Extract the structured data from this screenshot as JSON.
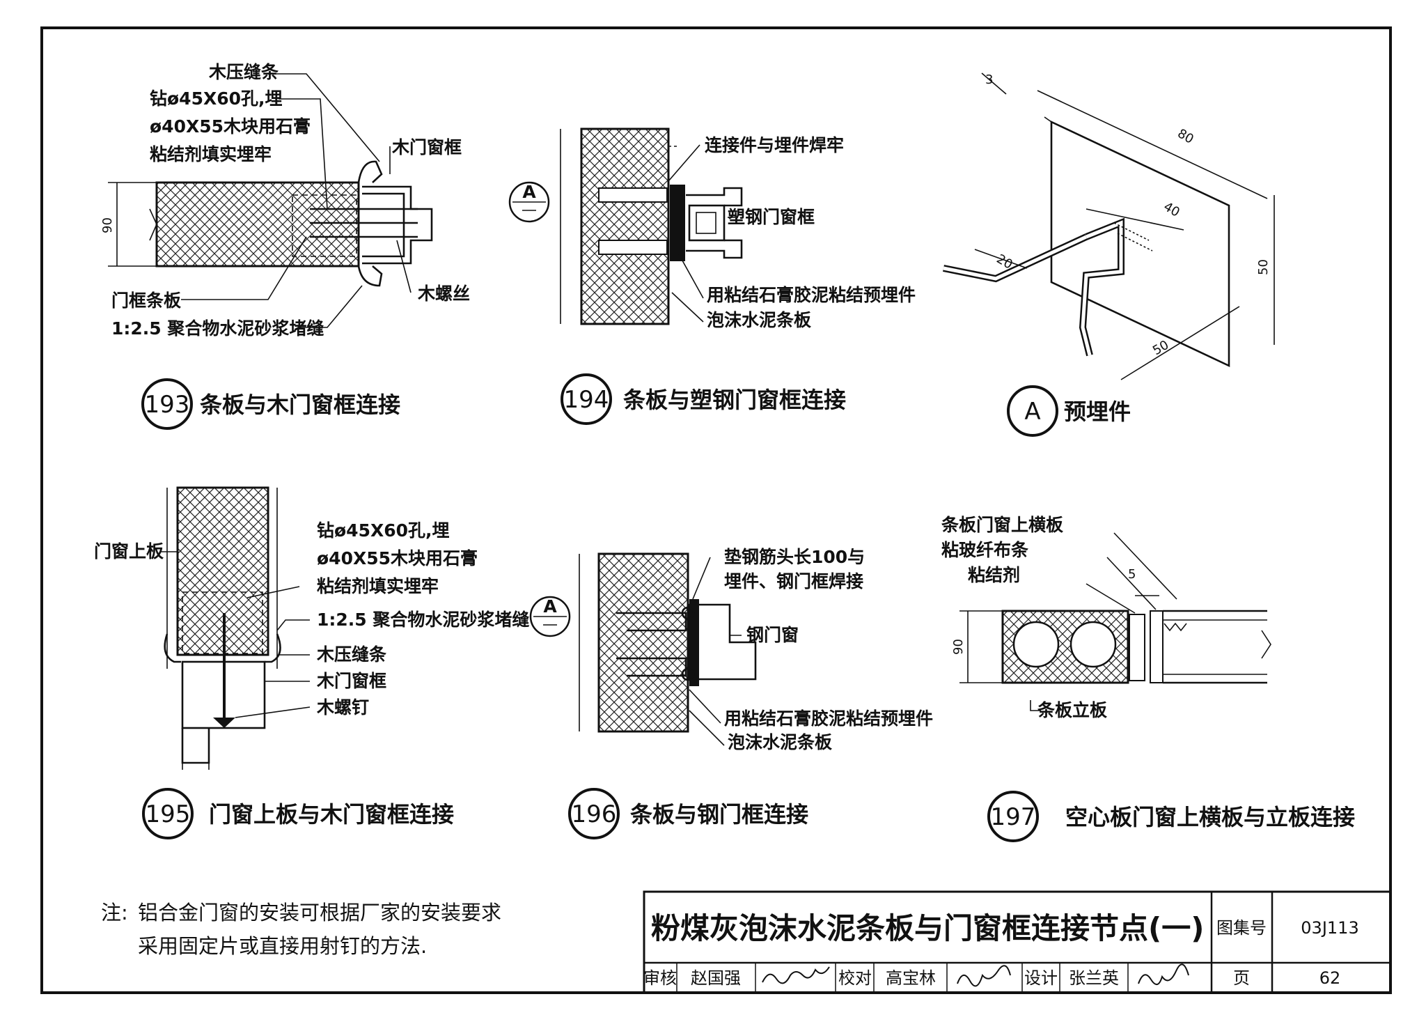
{
  "details": {
    "d193": {
      "number": "193",
      "caption": "条板与木门窗框连接",
      "labels": {
        "strip": "木压缝条",
        "drill1": "钻ø45X60孔,埋",
        "drill2": "ø40X55木块用石膏",
        "drill3": "粘结剂填实埋牢",
        "frame": "木门窗框",
        "door_strip": "门框条板",
        "mortar": "1:2.5 聚合物水泥砂浆堵缝",
        "screw": "木螺丝",
        "dim": "90"
      }
    },
    "d194": {
      "number": "194",
      "caption": "条板与塑钢门窗框连接",
      "section_mark": "A",
      "labels": {
        "weld": "连接件与埋件焊牢",
        "frame": "塑钢门窗框",
        "glue": "用粘结石膏胶泥粘结预埋件",
        "panel": "泡沫水泥条板"
      }
    },
    "dA": {
      "mark": "A",
      "caption": "预埋件",
      "dims": {
        "d3": "3",
        "d80": "80",
        "d40": "40",
        "d20": "20",
        "d50a": "50",
        "d50b": "50"
      }
    },
    "d195": {
      "number": "195",
      "caption": "门窗上板与木门窗框连接",
      "labels": {
        "top_panel": "门窗上板",
        "drill1": "钻ø45X60孔,埋",
        "drill2": "ø40X55木块用石膏",
        "drill3": "粘结剂填实埋牢",
        "mortar": "1:2.5 聚合物水泥砂浆堵缝",
        "strip": "木压缝条",
        "frame": "木门窗框",
        "nail": "木螺钉"
      }
    },
    "d196": {
      "number": "196",
      "caption": "条板与钢门框连接",
      "section_mark": "A",
      "labels": {
        "rebar1": "垫钢筋头长100与",
        "rebar2": "埋件、钢门框焊接",
        "frame": "钢门窗",
        "glue": "用粘结石膏胶泥粘结预埋件",
        "panel": "泡沫水泥条板"
      }
    },
    "d197": {
      "number": "197",
      "caption": "空心板门窗上横板与立板连接",
      "labels": {
        "top": "条板门窗上横板",
        "fiber": "粘玻纤布条",
        "glue": "粘结剂",
        "vertical": "条板立板",
        "dim5": "5",
        "dim90": "90"
      }
    }
  },
  "note": {
    "prefix": "注:",
    "line1": "铝合金门窗的安装可根据厂家的安装要求",
    "line2": "采用固定片或直接用射钉的方法."
  },
  "title_block": {
    "title": "粉煤灰泡沫水泥条板与门窗框连接节点(一)",
    "atlas_label": "图集号",
    "atlas_no": "03J113",
    "review_label": "审核",
    "reviewer": "赵国强",
    "check_label": "校对",
    "checker": "高宝林",
    "design_label": "设计",
    "designer": "张兰英",
    "page_label": "页",
    "page_no": "62"
  }
}
